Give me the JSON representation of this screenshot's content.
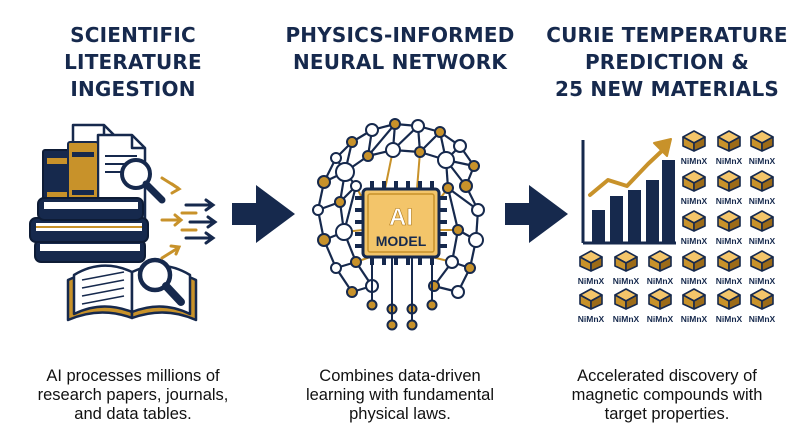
{
  "columns": [
    {
      "title_lines": [
        "SCIENTIFIC",
        "LITERATURE",
        "INGESTION"
      ],
      "desc_lines": [
        "AI processes millions of",
        "research papers, journals,",
        "and data tables."
      ]
    },
    {
      "title_lines": [
        "PHYSICS-INFORMED",
        "NEURAL NETWORK"
      ],
      "desc_lines": [
        "Combines data-driven",
        "learning with fundamental",
        "physical laws."
      ]
    },
    {
      "title_lines": [
        "CURIE TEMPERATURE",
        "PREDICTION &",
        "25 NEW MATERIALS"
      ],
      "desc_lines": [
        "Accelerated discovery of",
        "magnetic compounds with",
        "target properties."
      ]
    }
  ],
  "chip": {
    "line1": "AI",
    "line2": "MODEL"
  },
  "material_label": "NiMnX",
  "colors": {
    "navy": "#16294d",
    "gold": "#c8922a",
    "paper": "#ffffff"
  },
  "icons": [
    "books-icon",
    "document-icon",
    "magnifier-icon",
    "arrow-right-icon",
    "brain-network-icon",
    "chip-icon",
    "bar-chart-icon",
    "trend-arrow-icon",
    "crystal-icon"
  ]
}
